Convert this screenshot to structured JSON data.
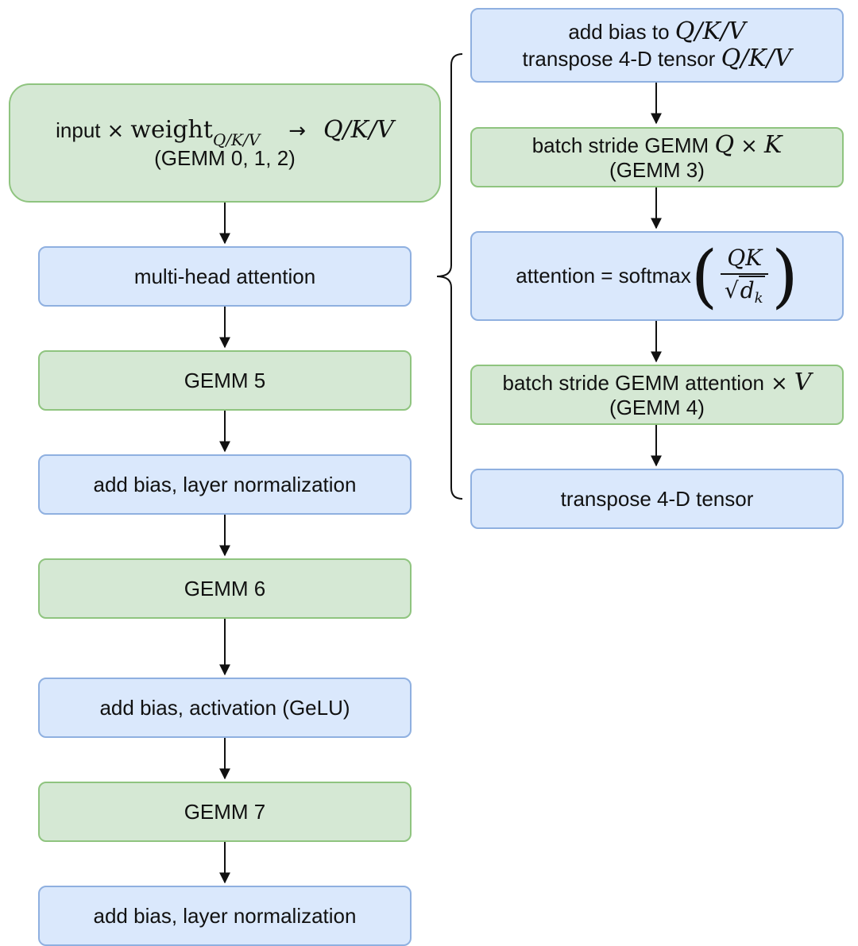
{
  "left": {
    "input": {
      "word_input": "input",
      "times": "×",
      "word_weight": "weight",
      "weight_sub": "Q/K/V",
      "arrow": "→",
      "result": "Q/K/V",
      "caption": "(GEMM 0, 1, 2)"
    },
    "mha": "multi-head attention",
    "gemm5": "GEMM 5",
    "bias_ln_1": "add bias, layer normalization",
    "gemm6": "GEMM 6",
    "bias_act": "add bias, activation (GeLU)",
    "gemm7": "GEMM 7",
    "bias_ln_2": "add bias, layer normalization"
  },
  "right": {
    "add_bias": {
      "l1_text": "add bias to",
      "l1_math": "Q/K/V",
      "l2_text": "transpose 4-D tensor",
      "l2_math": "Q/K/V"
    },
    "gemm3": {
      "text": "batch stride GEMM",
      "math_a": "Q",
      "times": "×",
      "math_b": "K",
      "caption": "(GEMM 3)"
    },
    "attention": {
      "text": "attention = softmax",
      "numerator": "QK",
      "radical": "√",
      "den_var": "d",
      "den_sub": "k"
    },
    "gemm4": {
      "text": "batch stride GEMM attention",
      "times": "×",
      "math": "V",
      "caption": "(GEMM 4)"
    },
    "transpose": "transpose 4-D tensor"
  }
}
